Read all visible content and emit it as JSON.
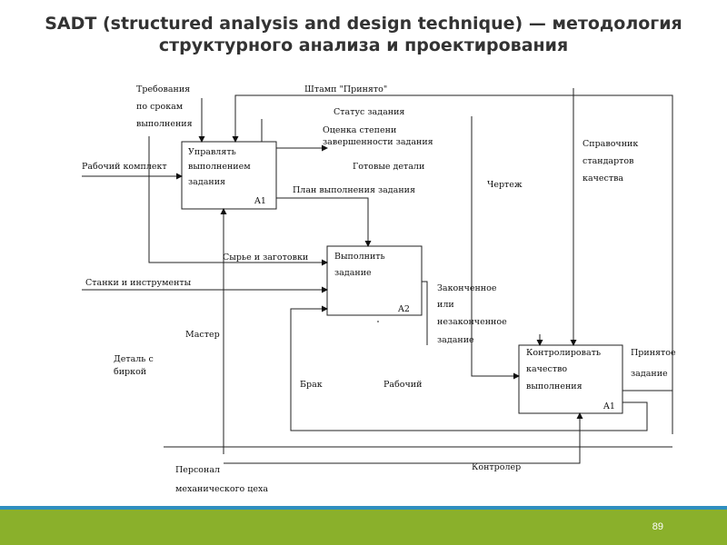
{
  "slide": {
    "title_line1": "SADT (structured analysis and design technique) — методология",
    "title_line2": "структурного анализа и проектирования",
    "page_number": "89",
    "footer_color": "#8ab02b",
    "footer_stripe_color": "#2f8fbf"
  },
  "diagram": {
    "boxes": [
      {
        "label_lines": [
          "Управлять",
          "выполнением",
          "задания"
        ],
        "code": "A1"
      },
      {
        "label_lines": [
          "Выполнить",
          "задание"
        ],
        "code": "A2"
      },
      {
        "label_lines": [
          "Контролировать",
          "качество",
          "выполнения"
        ],
        "code": "A1"
      }
    ],
    "labels": {
      "req_time": [
        "Требования",
        "по срокам",
        "выполнения"
      ],
      "stamp": "Штамп \"Принято\"",
      "status": "Статус задания",
      "completeness": [
        "Оценка степени",
        "завершенности задания"
      ],
      "ready_parts": "Готовые детали",
      "plan": "План выполнения задания",
      "work_complex": "Рабочий комплект",
      "drawing": "Чертеж",
      "standards": [
        "Справочник",
        "стандартов",
        "качества"
      ],
      "raw": "Сырье и заготовки",
      "machines": "Станки и инструменты",
      "finished": [
        "Законченное",
        "или",
        "незаконченное",
        "задание"
      ],
      "master": "Мастер",
      "part_tag": [
        "Деталь с",
        "биркой"
      ],
      "accepted": [
        "Принятое",
        "задание"
      ],
      "defect": "Брак",
      "worker": "Рабочий",
      "personnel": [
        "Персонал",
        "механического цеха"
      ],
      "controller": "Контролер"
    }
  }
}
